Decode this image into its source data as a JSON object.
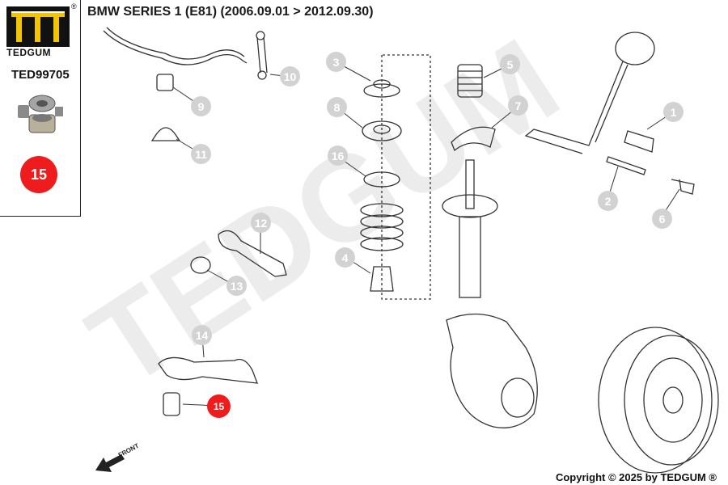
{
  "header": {
    "title": "BMW SERIES 1 (E81)  (2006.09.01 > 2012.09.30)"
  },
  "sidebar": {
    "brand": "TEDGUM",
    "registered_mark": "®",
    "part_number": "TED99705",
    "highlighted_position": "15"
  },
  "diagram": {
    "watermark": "TEDGUM",
    "front_label": "FRONT",
    "callouts": [
      {
        "id": "1"
      },
      {
        "id": "2"
      },
      {
        "id": "3"
      },
      {
        "id": "4"
      },
      {
        "id": "5"
      },
      {
        "id": "6"
      },
      {
        "id": "7"
      },
      {
        "id": "8"
      },
      {
        "id": "9"
      },
      {
        "id": "10"
      },
      {
        "id": "11"
      },
      {
        "id": "12"
      },
      {
        "id": "13"
      },
      {
        "id": "14"
      },
      {
        "id": "16"
      }
    ],
    "highlighted_callout": "15",
    "colors": {
      "highlight": "#ee1c1c",
      "callout": "#d2d2d2",
      "line": "#333333"
    }
  },
  "footer": {
    "copyright": "Copyright © 2025 by TEDGUM ®"
  }
}
